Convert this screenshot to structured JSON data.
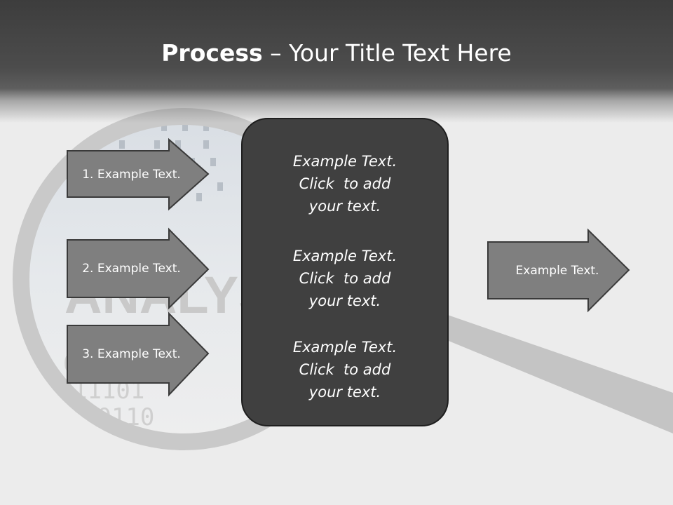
{
  "title": {
    "bold": "Process",
    "rest": " – Your Title Text Here"
  },
  "arrows": [
    {
      "label": "1. Example Text."
    },
    {
      "label": "2. Example Text."
    },
    {
      "label": "3. Example Text."
    }
  ],
  "panel_items": [
    {
      "line1": "Example Text.",
      "line2": "Click  to add",
      "line3": "your text."
    },
    {
      "line1": "Example Text.",
      "line2": "Click  to add",
      "line3": "your text."
    },
    {
      "line1": "Example Text.",
      "line2": "Click  to add",
      "line3": "your text."
    }
  ],
  "output_arrow": {
    "label": "Example Text."
  },
  "background": {
    "word": "ANALYSIS",
    "binary_rows": [
      "01011",
      "11101",
      "10110",
      "01011"
    ]
  },
  "colors": {
    "title_bar": "#444444",
    "arrow_fill": "#7f7f7f",
    "arrow_border": "#3a3a3a",
    "panel_fill": "#404040",
    "text": "#ffffff"
  }
}
